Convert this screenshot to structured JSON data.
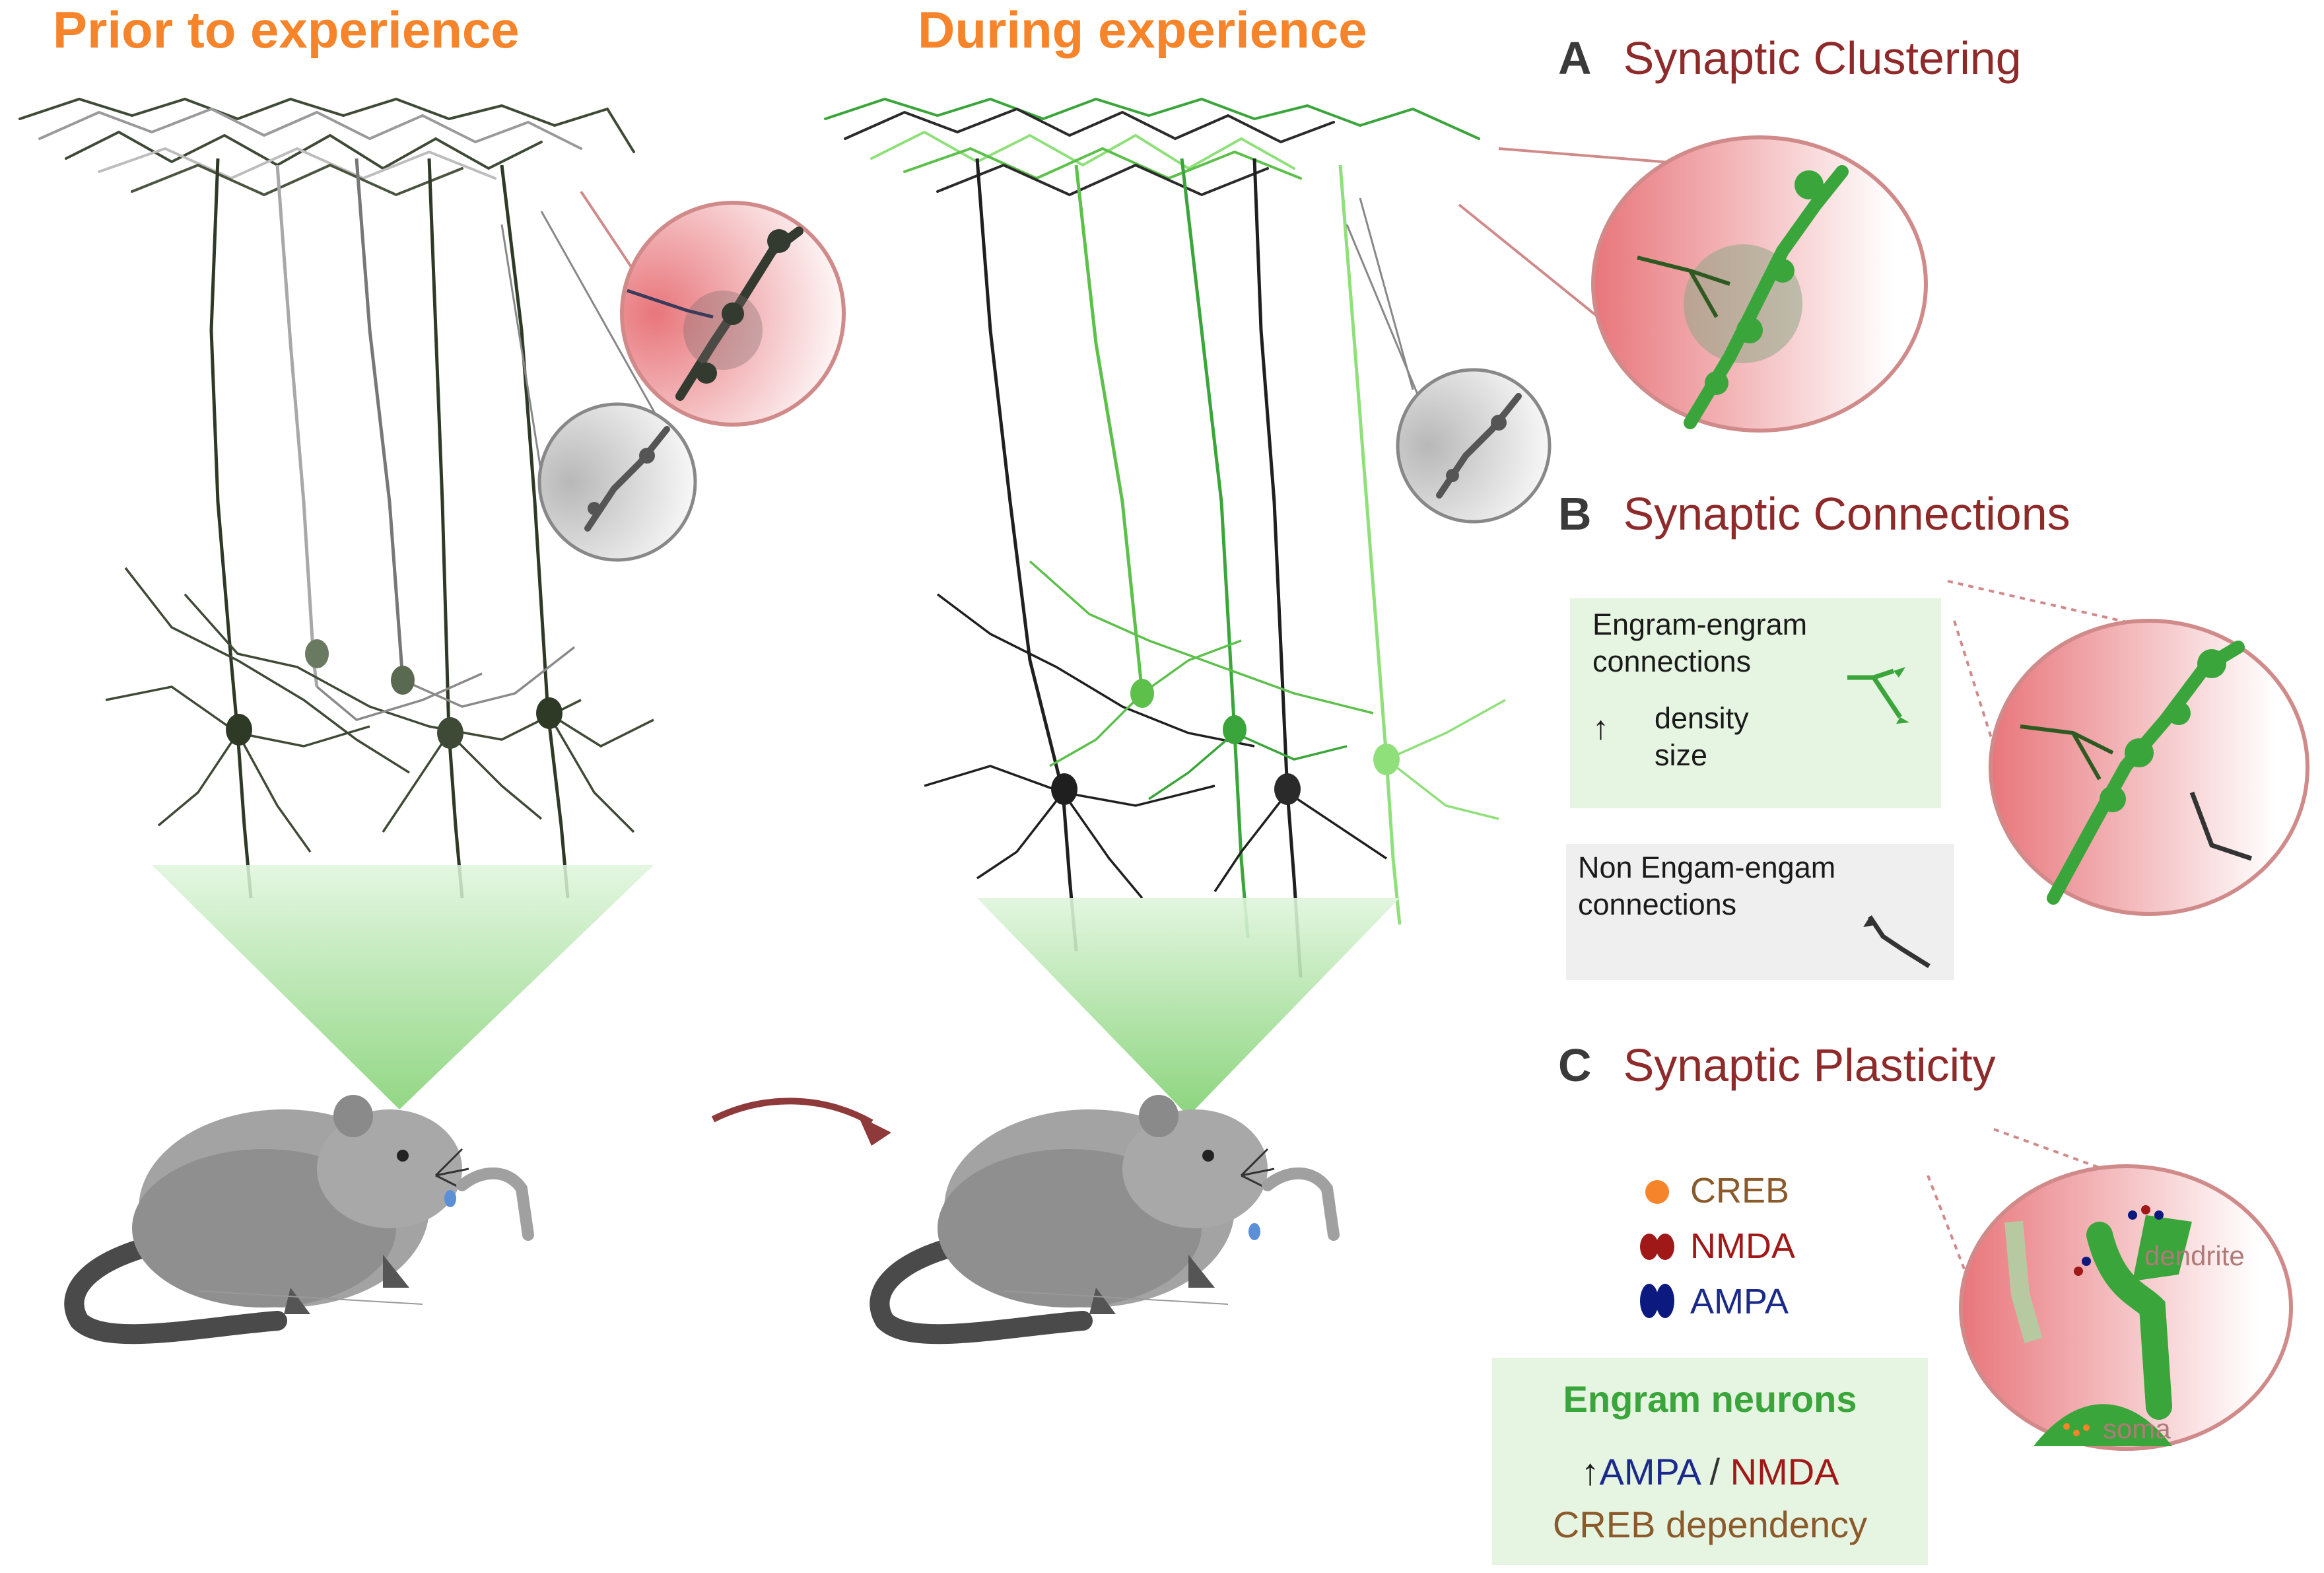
{
  "headings": {
    "prior": "Prior to experience",
    "during": "During experience"
  },
  "sections": {
    "A": {
      "letter": "A",
      "title": "Synaptic Clustering"
    },
    "B": {
      "letter": "B",
      "title": "Synaptic Connections"
    },
    "C": {
      "letter": "C",
      "title": "Synaptic Plasticity"
    }
  },
  "engram_box": {
    "line1": "Engram-engram",
    "line2": "connections",
    "density": "density",
    "size": "size"
  },
  "non_engram_box": {
    "line1": "Non Engam-engam",
    "line2": "connections"
  },
  "legend": [
    {
      "label": "CREB",
      "color": "#f5842a",
      "text_color": "#8a5a2b"
    },
    {
      "label": "NMDA",
      "color": "#a01818",
      "text_color": "#a01818"
    },
    {
      "label": "AMPA",
      "color": "#0c1a80",
      "text_color": "#1a2a8a"
    }
  ],
  "engram_neurons": {
    "title": "Engram neurons",
    "ampa": "AMPA",
    "slash": " / ",
    "nmda": "NMDA",
    "creb": "CREB dependency"
  },
  "zoom_labels": {
    "dendrite": "dendrite",
    "soma": "soma"
  },
  "colors": {
    "heading_orange": "#f5842a",
    "section_red": "#8e2a2a",
    "engram_green": "#3aa53a",
    "bright_green": "#8fe07a",
    "dark_neuron": "#2f3a2a",
    "arrow": "#8e3a3a"
  }
}
